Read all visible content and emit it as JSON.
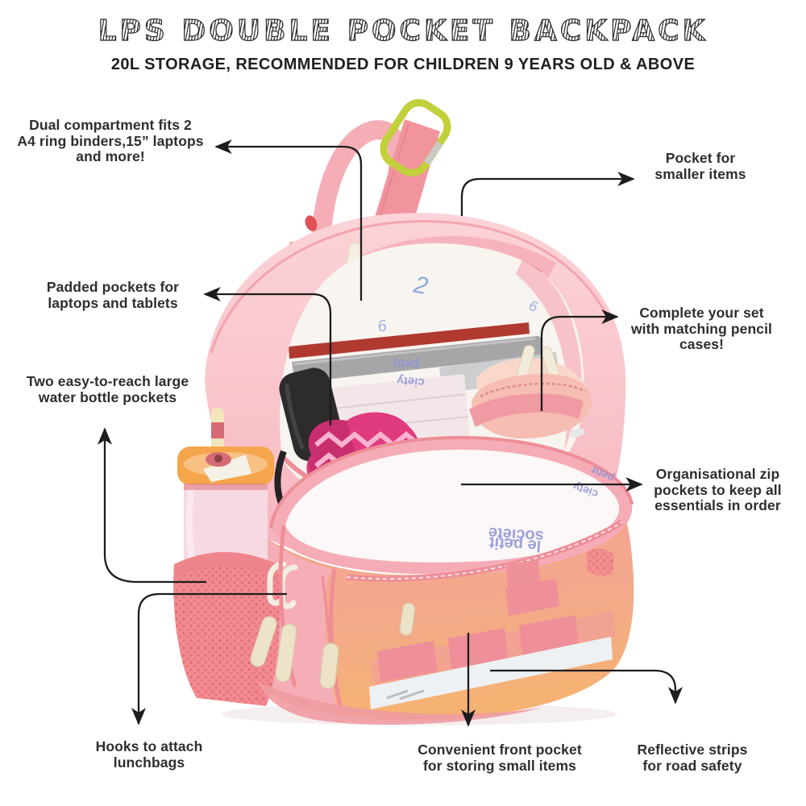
{
  "header": {
    "title": "LPS DOUBLE POCKET BACKPACK",
    "subtitle": "20L STORAGE, RECOMMENDED FOR CHILDREN 9 YEARS OLD & ABOVE"
  },
  "callouts": {
    "dual_compartment": "Dual compartment fits 2\nA4 ring binders,15” laptops\nand more!",
    "pocket_smaller_items": "Pocket for\nsmaller items",
    "padded_pockets": "Padded pockets for\nlaptops and tablets",
    "matching_pencil_cases": "Complete your set\nwith matching pencil\ncases!",
    "water_bottle_pockets": "Two easy-to-reach large\nwater bottle pockets",
    "organisational_zip_pockets": "Organisational zip\npockets to keep all\nessentials in order",
    "lunchbag_hooks": "Hooks to attach\nlunchbags",
    "front_pocket": "Convenient front pocket\nfor storing small items",
    "reflective_strips": "Reflective strips\nfor road safety"
  },
  "backpack_print": {
    "brand_line1": "le petit",
    "brand_line2": "société",
    "fragment_petit": "petit",
    "fragment_ciety": "ciety",
    "scribble_2": "2",
    "scribble_6": "6"
  },
  "palette": {
    "bag_pink": "#f9c6cc",
    "strap_pink": "#f2949e",
    "trim_coral": "#ee8e97",
    "front_pocket_top": "#f3a492",
    "front_pocket_bottom": "#f6b273",
    "carabiner_green": "#c2d03c",
    "magenta_pouch": "#e03a7e",
    "arrow_black": "#1d1d1d"
  }
}
